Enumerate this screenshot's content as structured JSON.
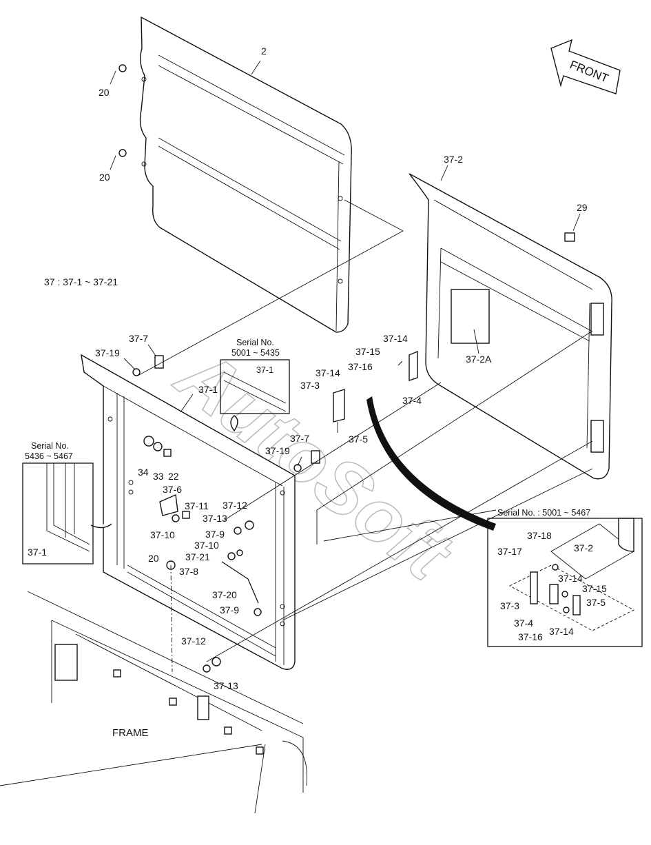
{
  "front_label": "FRONT",
  "group_note": "37 : 37-1 ~ 37-21",
  "frame_label": "FRAME",
  "watermark": "AutoSoft",
  "insets": {
    "serial_a": {
      "title": "Serial No.",
      "range": "5001 ~ 5435",
      "part": "37-1"
    },
    "serial_b": {
      "title": "Serial No.",
      "range": "5436 ~ 5467",
      "part": "37-1"
    },
    "serial_c": {
      "title": "Serial No. : 5001 ~ 5467"
    }
  },
  "callouts": [
    {
      "id": "c1",
      "text": "2"
    },
    {
      "id": "c2",
      "text": "20"
    },
    {
      "id": "c3",
      "text": "20"
    },
    {
      "id": "c4",
      "text": "37-2"
    },
    {
      "id": "c5",
      "text": "29"
    },
    {
      "id": "c6",
      "text": "37-2A"
    },
    {
      "id": "c7",
      "text": "37-14"
    },
    {
      "id": "c8",
      "text": "37-15"
    },
    {
      "id": "c9",
      "text": "37-16"
    },
    {
      "id": "c10",
      "text": "37-14"
    },
    {
      "id": "c11",
      "text": "37-4"
    },
    {
      "id": "c12",
      "text": "37-3"
    },
    {
      "id": "c13",
      "text": "37-5"
    },
    {
      "id": "c14",
      "text": "37-7"
    },
    {
      "id": "c15",
      "text": "37-19"
    },
    {
      "id": "c16",
      "text": "37-1"
    },
    {
      "id": "c17",
      "text": "34"
    },
    {
      "id": "c18",
      "text": "33"
    },
    {
      "id": "c19",
      "text": "22"
    },
    {
      "id": "c20",
      "text": "37-7"
    },
    {
      "id": "c21",
      "text": "37-19"
    },
    {
      "id": "c22",
      "text": "37-6"
    },
    {
      "id": "c23",
      "text": "37-11"
    },
    {
      "id": "c24",
      "text": "37-10"
    },
    {
      "id": "c25",
      "text": "37-12"
    },
    {
      "id": "c26",
      "text": "37-13"
    },
    {
      "id": "c27",
      "text": "37-9"
    },
    {
      "id": "c28",
      "text": "37-10"
    },
    {
      "id": "c29",
      "text": "37-21"
    },
    {
      "id": "c30",
      "text": "37-8"
    },
    {
      "id": "c31",
      "text": "20"
    },
    {
      "id": "c32",
      "text": "37-20"
    },
    {
      "id": "c33",
      "text": "37-9"
    },
    {
      "id": "c34",
      "text": "37-12"
    },
    {
      "id": "c35",
      "text": "37-13"
    },
    {
      "id": "c36",
      "text": "37-18"
    },
    {
      "id": "c37",
      "text": "37-17"
    },
    {
      "id": "c38",
      "text": "37-2"
    },
    {
      "id": "c39",
      "text": "37-14"
    },
    {
      "id": "c40",
      "text": "37-15"
    },
    {
      "id": "c41",
      "text": "37-5"
    },
    {
      "id": "c42",
      "text": "37-3"
    },
    {
      "id": "c43",
      "text": "37-4"
    },
    {
      "id": "c44",
      "text": "37-16"
    },
    {
      "id": "c45",
      "text": "37-14"
    }
  ]
}
